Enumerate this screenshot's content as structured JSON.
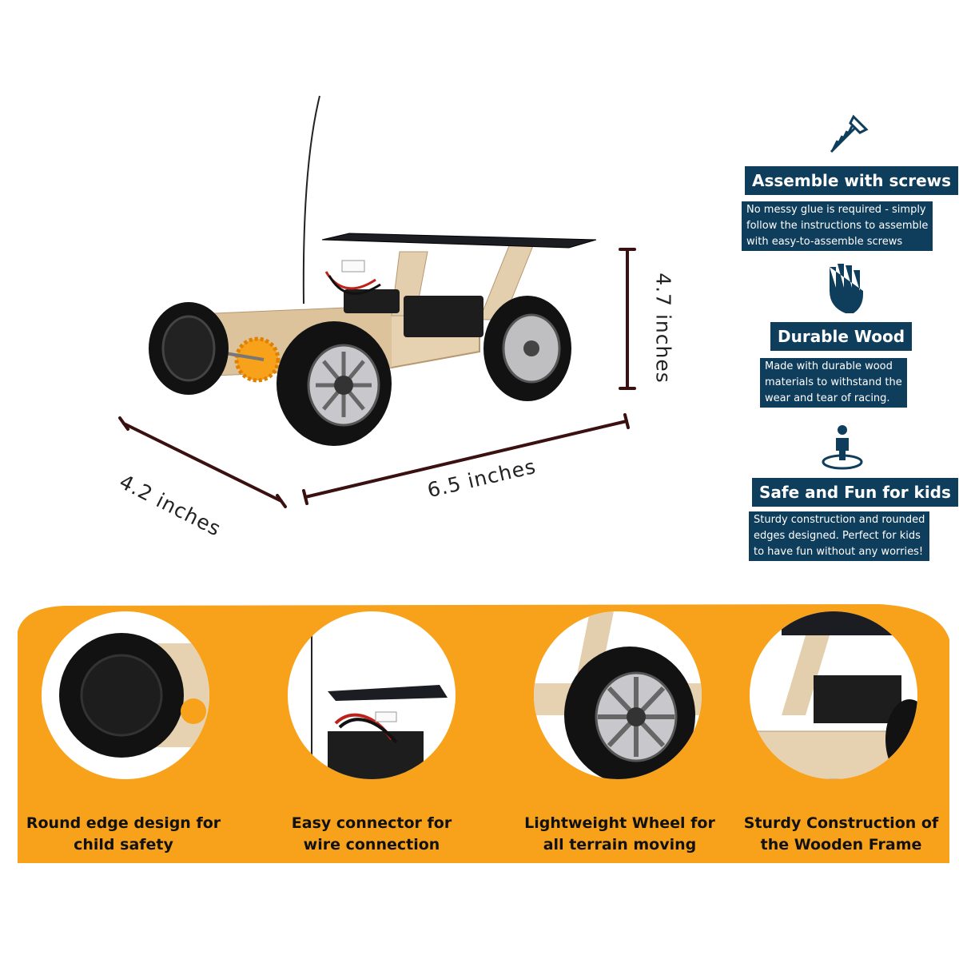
{
  "dimensions": {
    "height": "4.7 inches",
    "width": "4.2 inches",
    "length": "6.5 inches"
  },
  "features": [
    {
      "icon": "screw-icon",
      "title": "Assemble with screws",
      "description": "No messy glue is required - simply\nfollow the instructions to assemble\nwith easy-to-assemble screws"
    },
    {
      "icon": "hand-icon",
      "title": "Durable Wood",
      "description": "Made with durable wood\nmaterials to withstand the\nwear and tear of racing."
    },
    {
      "icon": "person-icon",
      "title": "Safe and Fun for kids",
      "description": "Sturdy construction and rounded\nedges designed. Perfect for kids\nto have fun without any worries!"
    }
  ],
  "highlights": [
    {
      "caption": "Round edge design for\nchild safety"
    },
    {
      "caption": "Easy connector for\nwire connection"
    },
    {
      "caption": "Lightweight Wheel for\nall terrain moving"
    },
    {
      "caption": "Sturdy Construction of\nthe Wooden Frame"
    }
  ],
  "colors": {
    "accent": "#f7a21a",
    "panel": "#0f3d5c",
    "wood": "#e6d2b0",
    "dimension_line": "#3a1010"
  }
}
